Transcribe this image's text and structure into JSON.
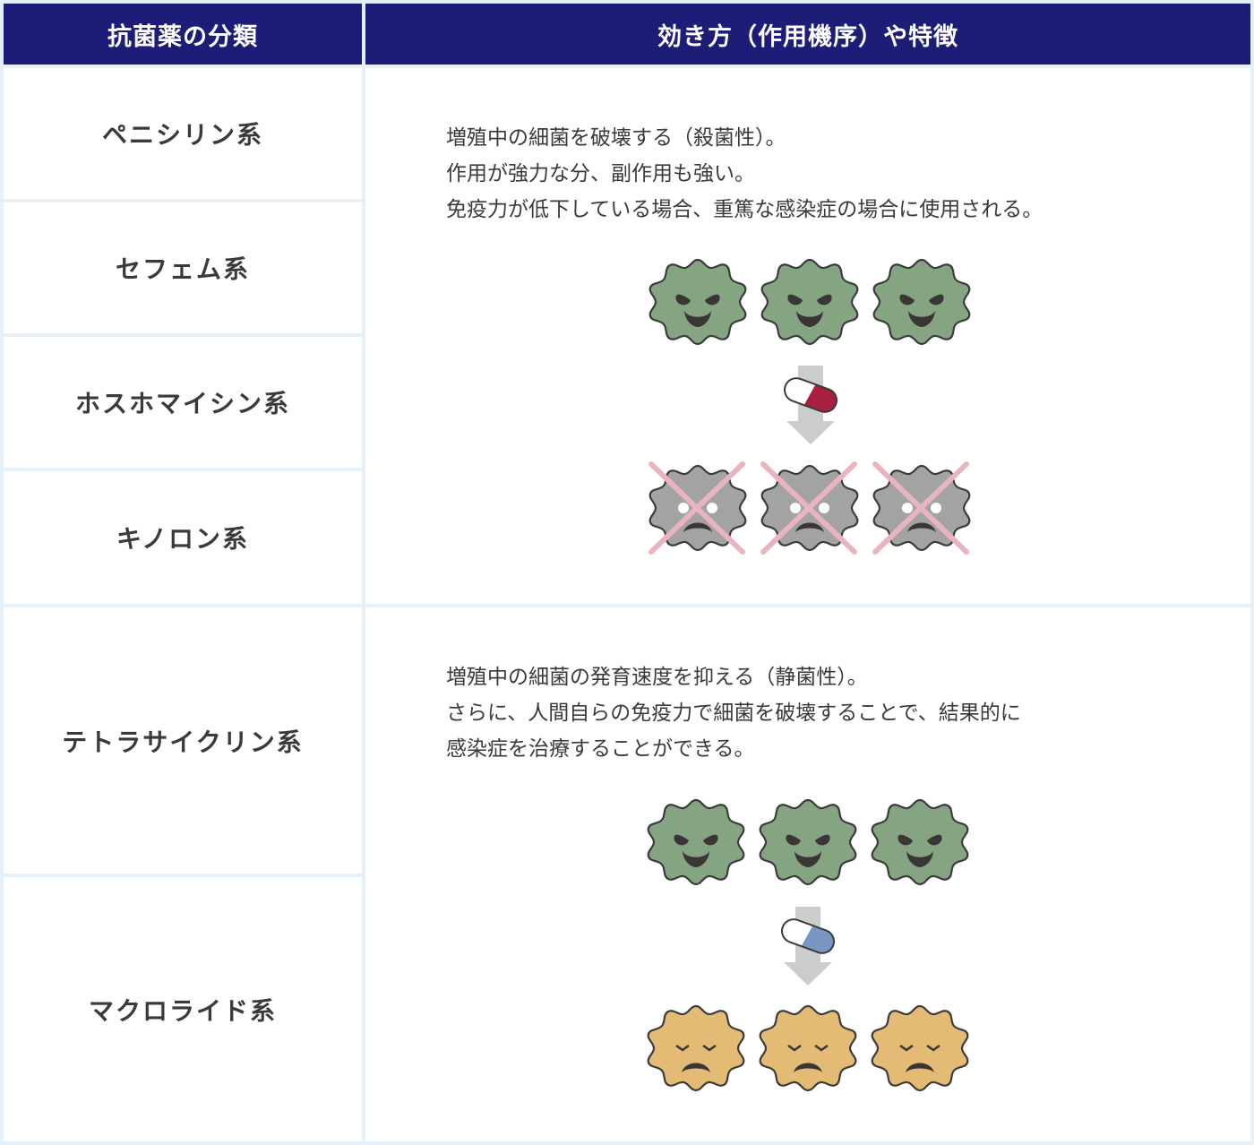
{
  "header": {
    "col1": "抗菌薬の分類",
    "col2": "効き方（作用機序）や特徴"
  },
  "groups": [
    {
      "categories": [
        "ペニシリン系",
        "セフェム系",
        "ホスホマイシン系",
        "キノロン系"
      ],
      "description": [
        "増殖中の細菌を破壊する（殺菌性）。",
        "作用が強力な分、副作用も強い。",
        "免疫力が低下している場合、重篤な感染症の場合に使用される。"
      ],
      "illustration": {
        "before": "angry-germ-icon",
        "medicine": "capsule-red-icon",
        "after": "destroyed-germ-icon",
        "capsule_color": "#a82040",
        "after_color": "#a3a3a3",
        "cross_color": "#e8b4bd"
      }
    },
    {
      "categories": [
        "テトラサイクリン系",
        "マクロライド系"
      ],
      "description": [
        "増殖中の細菌の発育速度を抑える（静菌性）。",
        "さらに、人間自らの免疫力で細菌を破壊することで、結果的に",
        "感染症を治療することができる。"
      ],
      "illustration": {
        "before": "angry-germ-icon",
        "medicine": "capsule-blue-icon",
        "after": "weakened-germ-icon",
        "capsule_color": "#7a96c4",
        "after_color": "#e3bb74"
      }
    }
  ],
  "colors": {
    "header_bg": "#1d1d78",
    "border": "#e3f0fa",
    "germ_green": "#84a482",
    "arrow_gray": "#cbcdcc"
  }
}
